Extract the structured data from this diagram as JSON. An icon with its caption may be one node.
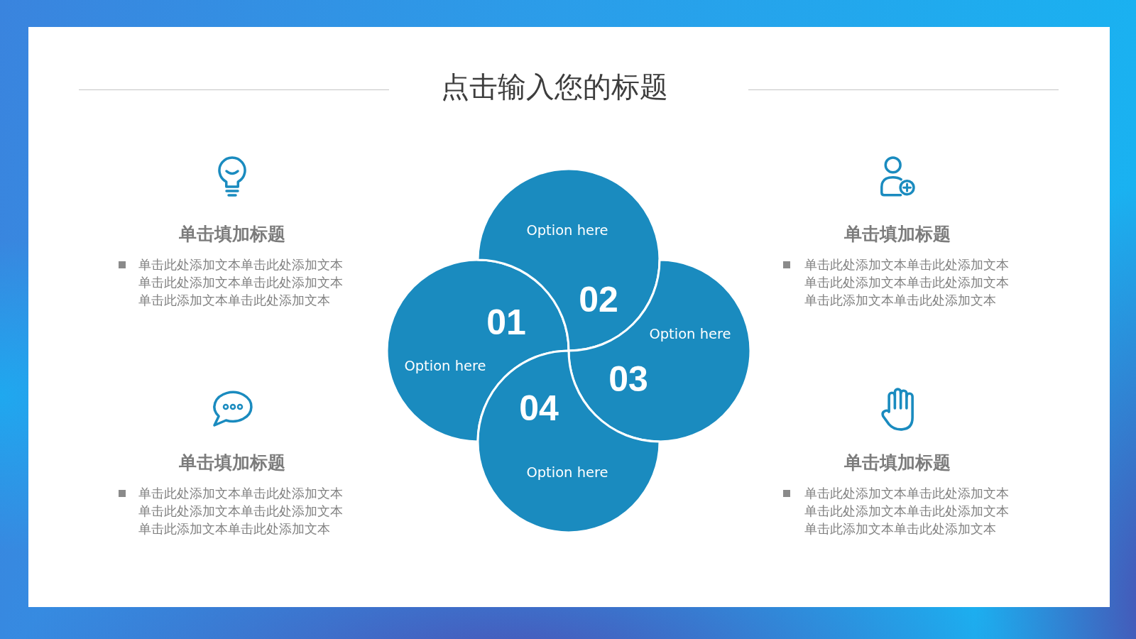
{
  "diagram": {
    "title": "点击输入您的标题",
    "nodes": [
      {
        "text": [
          "01",
          "Option here"
        ]
      },
      {
        "text": [
          "Option here",
          "02"
        ]
      },
      {
        "text": [
          "Option here",
          "03"
        ]
      },
      {
        "text": [
          "04",
          "Option here"
        ]
      }
    ],
    "labels": [
      "单击填加标题",
      "单击此处添加文本单击此处添加文本单击此处添加文本单击此处添加文本单击此添加文本单击此处添加文本",
      "单击填加标题",
      "单击此处添加文本单击此处添加文本单击此处添加文本单击此处添加文本单击此添加文本单击此处添加文本",
      "单击填加标题",
      "单击此处添加文本单击此处添加文本单击此处添加文本单击此处添加文本单击此添加文本单击此处添加文本",
      "单击填加标题",
      "单击此处添加文本单击此处添加文本单击此处添加文本单击此处添加文本单击此添加文本单击此处添加文本"
    ]
  }
}
